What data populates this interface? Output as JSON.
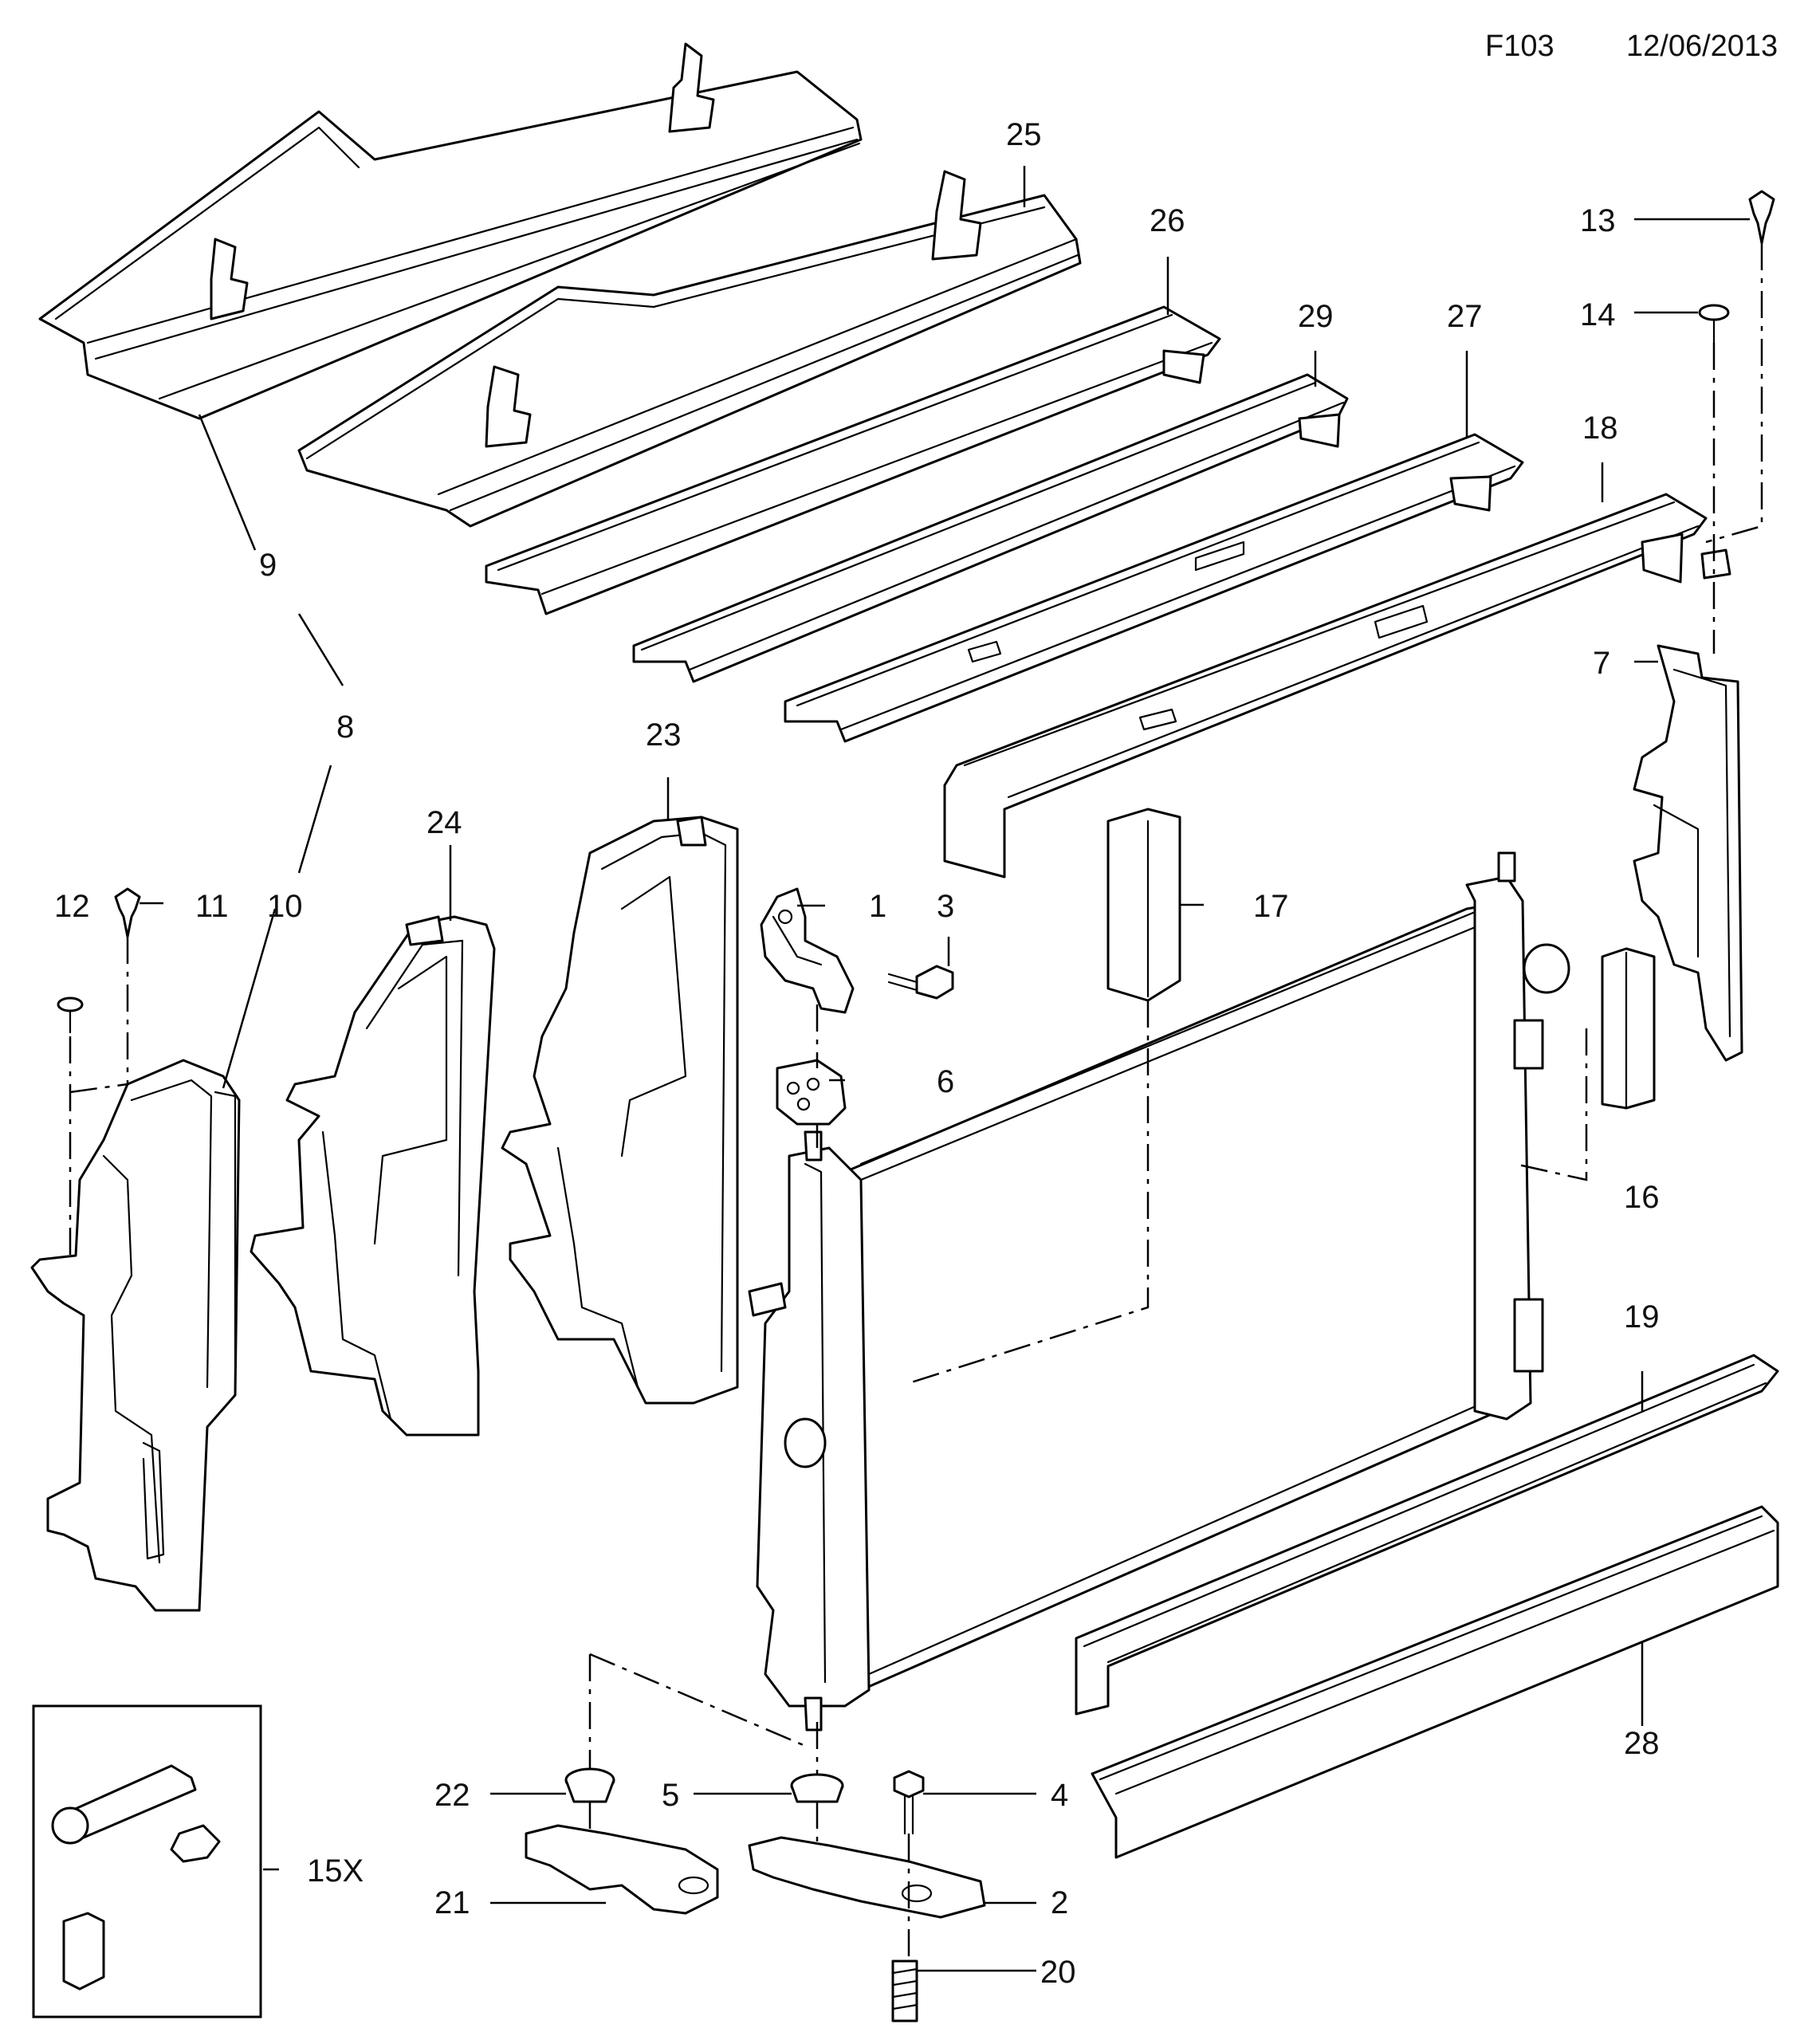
{
  "header": {
    "code": "F103",
    "date": "12/06/2013"
  },
  "callouts": {
    "c1": "1",
    "c2": "2",
    "c3": "3",
    "c4": "4",
    "c5": "5",
    "c6": "6",
    "c7": "7",
    "c8": "8",
    "c9": "9",
    "c10": "10",
    "c11": "11",
    "c12": "12",
    "c13": "13",
    "c14": "14",
    "c15": "15X",
    "c16": "16",
    "c17": "17",
    "c18": "18",
    "c19": "19",
    "c20": "20",
    "c21": "21",
    "c22": "22",
    "c23": "23",
    "c24": "24",
    "c25": "25",
    "c26": "26",
    "c27": "27",
    "c28": "28",
    "c29": "29"
  }
}
